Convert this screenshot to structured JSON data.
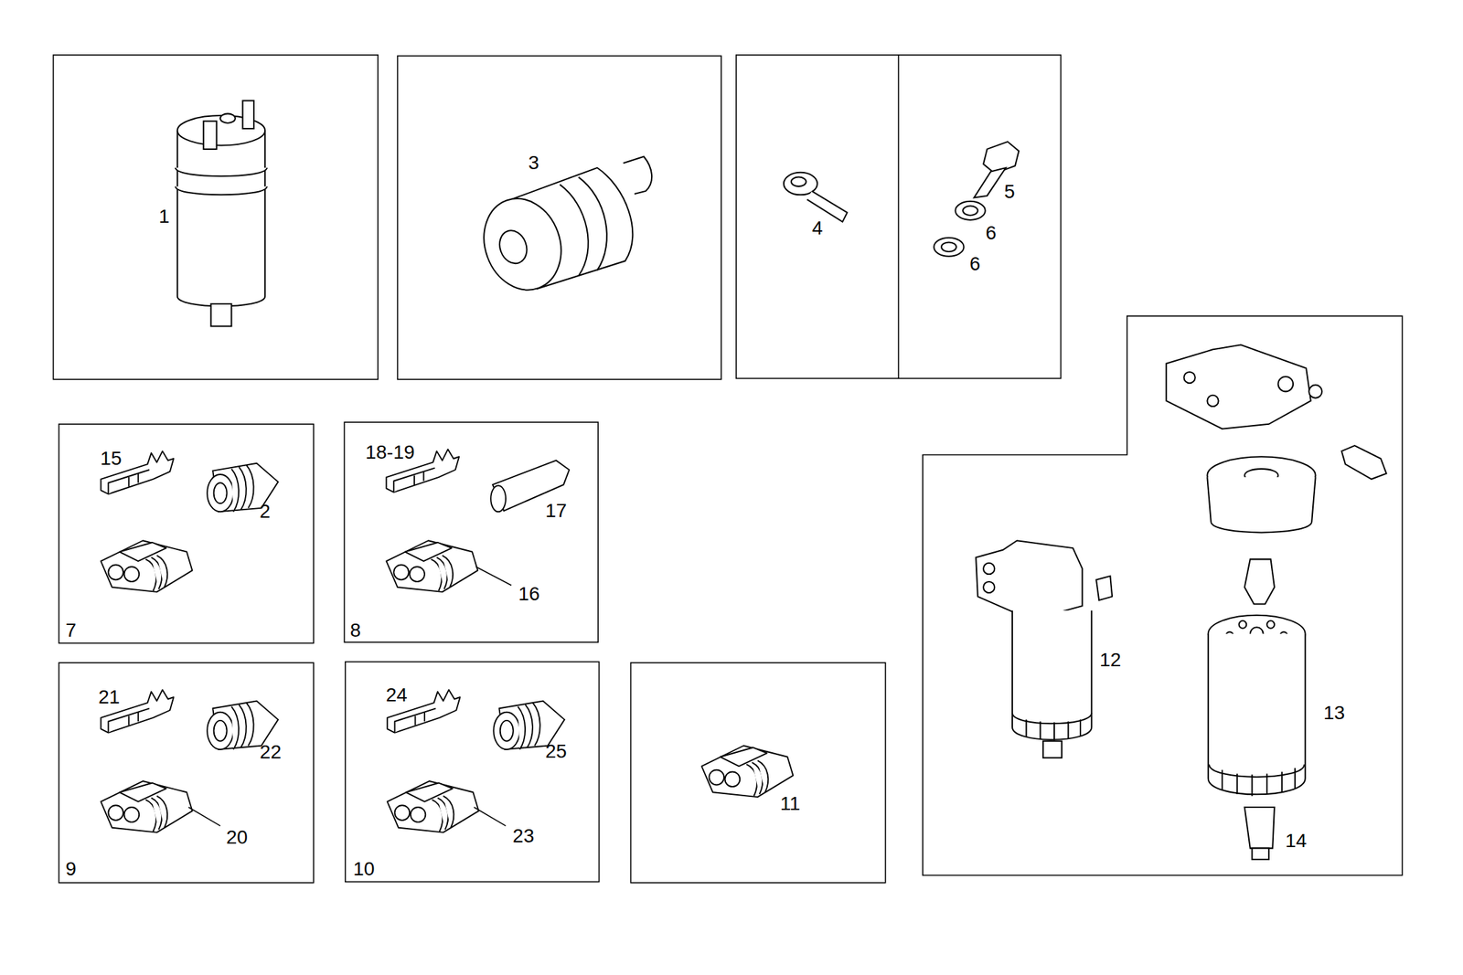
{
  "diagram": {
    "labels": [
      "1",
      "3",
      "4",
      "5",
      "6",
      "6",
      "15",
      "2",
      "18-19",
      "17",
      "16",
      "7",
      "8",
      "12",
      "13",
      "21",
      "22",
      "20",
      "9",
      "24",
      "25",
      "23",
      "10",
      "11",
      "14"
    ]
  }
}
